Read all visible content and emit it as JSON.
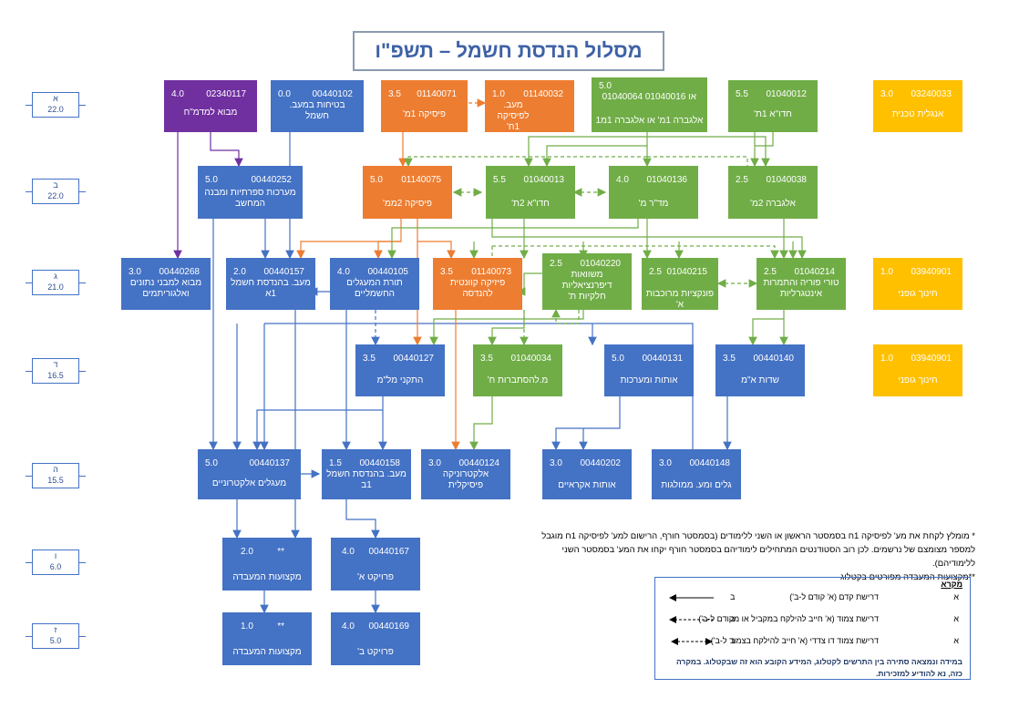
{
  "title": "מסלול הנדסת חשמל – תשפ\"ו",
  "semesters": [
    {
      "letter": "א",
      "points": "22.0"
    },
    {
      "letter": "ב",
      "points": "22.0"
    },
    {
      "letter": "ג",
      "points": "21.0"
    },
    {
      "letter": "ד",
      "points": "16.5"
    },
    {
      "letter": "ה",
      "points": "15.5"
    },
    {
      "letter": "ו",
      "points": "6.0"
    },
    {
      "letter": "ז",
      "points": "5.0"
    }
  ],
  "courses": [
    {
      "code": "02340117",
      "points": "4.0",
      "name": "מבוא למדמ\"ח"
    },
    {
      "code": "00440102",
      "points": "0.0",
      "name": "בטיחות במעב. חשמל"
    },
    {
      "code": "01140071",
      "points": "3.5",
      "name": "פיסיקה 1מ'"
    },
    {
      "code": "01140032",
      "points": "1.0",
      "name": "מעב. לפיסיקה 1ח'"
    },
    {
      "code": "01040064 או 01040016",
      "points": "5.0",
      "name": "אלגברה 1מ' או אלגברה 1מ1"
    },
    {
      "code": "01040012",
      "points": "5.5",
      "name": "חדו\"א 1ת'"
    },
    {
      "code": "03240033",
      "points": "3.0",
      "name": "אנגלית טכנית"
    },
    {
      "code": "00440252",
      "points": "5.0",
      "name": "מערכות ספרתיות ומבנה המחשב"
    },
    {
      "code": "01140075",
      "points": "5.0",
      "name": "פיסיקה 2ממ'"
    },
    {
      "code": "01040013",
      "points": "5.5",
      "name": "חדו\"א 2ת'"
    },
    {
      "code": "01040136",
      "points": "4.0",
      "name": "מד\"ר מ'"
    },
    {
      "code": "01040038",
      "points": "2.5",
      "name": "אלגברה 2מ'"
    },
    {
      "code": "00440268",
      "points": "3.0",
      "name": "מבוא למבני נתונים ואלגוריתמים"
    },
    {
      "code": "00440157",
      "points": "2.0",
      "name": "מעב. בהנדסת חשמל 1א"
    },
    {
      "code": "00440105",
      "points": "4.0",
      "name": "תורת המעגלים החשמליים"
    },
    {
      "code": "01140073",
      "points": "3.5",
      "name": "פיזיקה קוונטית להנדסה"
    },
    {
      "code": "01040220",
      "points": "2.5",
      "name": "משוואות דיפרנציאליות חלקיות ת'"
    },
    {
      "code": "01040215",
      "points": "2.5",
      "name": "פונקציות מרוכבות א'"
    },
    {
      "code": "01040214",
      "points": "2.5",
      "name": "טורי פוריה והתמרות אינטגרליות"
    },
    {
      "code": "03940901",
      "points": "1.0",
      "name": "חינוך גופני"
    },
    {
      "code": "00440127",
      "points": "3.5",
      "name": "התקני מל\"מ"
    },
    {
      "code": "01040034",
      "points": "3.5",
      "name": "מ.להסתברות ח'"
    },
    {
      "code": "00440131",
      "points": "5.0",
      "name": "אותות ומערכות"
    },
    {
      "code": "00440140",
      "points": "3.5",
      "name": "שדות א\"מ"
    },
    {
      "code": "03940901",
      "points": "1.0",
      "name": "חינוך גופני"
    },
    {
      "code": "00440137",
      "points": "5.0",
      "name": "מעגלים אלקטרוניים"
    },
    {
      "code": "00440158",
      "points": "1.5",
      "name": "מעב. בהנדסת חשמל 1ב"
    },
    {
      "code": "00440124",
      "points": "3.0",
      "name": "אלקטרוניקה פיסיקלית"
    },
    {
      "code": "00440202",
      "points": "3.0",
      "name": "אותות אקראיים"
    },
    {
      "code": "00440148",
      "points": "3.0",
      "name": "גלים ומע. ממולגות"
    },
    {
      "code": "**",
      "points": "2.0",
      "name": "מקצועות המעבדה"
    },
    {
      "code": "00440167",
      "points": "4.0",
      "name": "פרויקט א'"
    },
    {
      "code": "**",
      "points": "1.0",
      "name": "מקצועות המעבדה"
    },
    {
      "code": "00440169",
      "points": "4.0",
      "name": "פרויקט ב'"
    }
  ],
  "notes": [
    "* מומלץ לקחת את מע' לפיסיקה 1ח בסמסטר הראשון או השני ללימודים (בסמסטר חורף, הרישום למע' לפיסיקה 1ח מוגבל למספר מצומצם של נרשמים. לכן רוב הסטודנטים המתחילים לימודיהם בסמסטר חורף יקחו את המע' בסמסטר השני ללימודיהם).",
    "**מקצועות המעבדה מפורטים בקטלוג"
  ],
  "legend": {
    "title": "מקרא",
    "rows": [
      {
        "a": "א",
        "b": "ב",
        "desc": "דרישת קדם (א' קודם ל-ב')"
      },
      {
        "a": "א",
        "b": "ב",
        "desc": "דרישת צמוד (א' חייב להילקח במקביל או מקודם ל-ב')"
      },
      {
        "a": "א",
        "b": "ב",
        "desc": "דרישת צמוד דו צדדי (א' חייב להילקח בצמוד ל-ב')"
      }
    ],
    "footnote": "במידה ונמצאה סתירה בין התרשים לקטלוג, המידע הקובע הוא זה שבקטלוג. במקרה כזה, נא להודיע למזכירות.",
    "colors": {
      "prereq": "#000000",
      "coreq": "#000000"
    }
  },
  "colors": {
    "blue": "#4472c4",
    "orange": "#ed7d31",
    "green": "#70ad47",
    "purple": "#7030a0",
    "yellow": "#ffc000"
  }
}
